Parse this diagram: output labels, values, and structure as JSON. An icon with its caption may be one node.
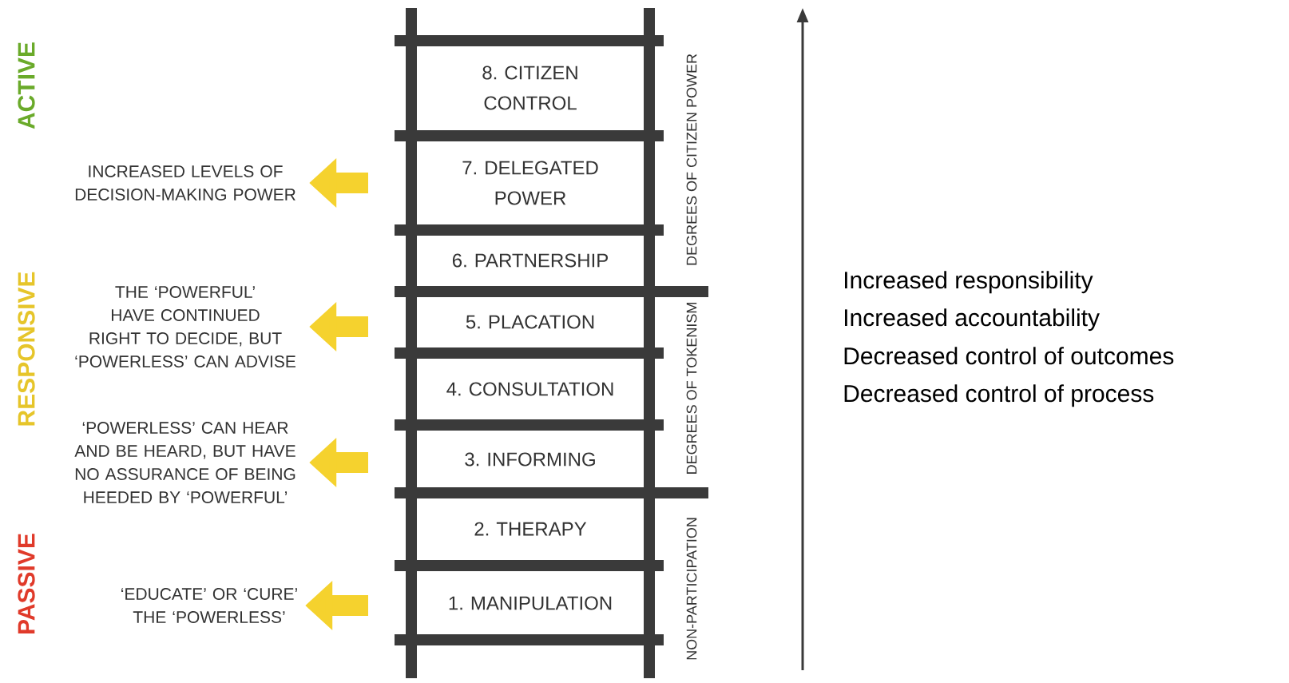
{
  "diagram": {
    "nodes": [
      {
        "text": [
          "8. CITIZEN CONTROL"
        ]
      },
      {
        "text": [
          "7. DELEGATED POWER"
        ]
      },
      {
        "text": [
          "6. PARTNERSHIP"
        ]
      },
      {
        "text": [
          "5. PLACATION"
        ]
      },
      {
        "text": [
          "4. CONSULTATION"
        ]
      },
      {
        "text": [
          "3. INFORMING"
        ]
      },
      {
        "text": [
          "2. THERAPY"
        ]
      },
      {
        "text": [
          "1. MANIPULATION"
        ]
      },
      {
        "text": [
          "INCREASED LEVELS OF DECISION-MAKING POWER"
        ]
      },
      {
        "text": [
          "THE ‘POWERFUL’ HAVE CONTINUED RIGHT TO DECIDE, BUT ‘POWERLESS’ CAN ADVISE"
        ]
      },
      {
        "text": [
          "‘POWERLESS’ CAN HEAR AND BE HEARD, BUT HAVE NO ASSURANCE OF BEING HEEDED BY ‘POWERFUL’"
        ]
      },
      {
        "text": [
          "‘EDUCATE’ OR ‘CURE’ THE ‘POWERLESS’"
        ]
      }
    ],
    "edges": [
      {
        "from": null,
        "to": 8,
        "arrow": "to"
      },
      {
        "from": null,
        "to": 9,
        "arrow": "to"
      },
      {
        "from": null,
        "to": 10,
        "arrow": "to"
      },
      {
        "from": null,
        "to": 11,
        "arrow": "to"
      }
    ],
    "labels": [
      "ACTIVE",
      "RESPONSIVE",
      "PASSIVE",
      "DEGREES OF CITIZEN POWER",
      "DEGREES OF TOKENISM",
      "NON-PARTICIPATION",
      "Increased responsibility",
      "Increased accountability",
      "Decreased control of outcomes",
      "Decreased control of process"
    ]
  }
}
